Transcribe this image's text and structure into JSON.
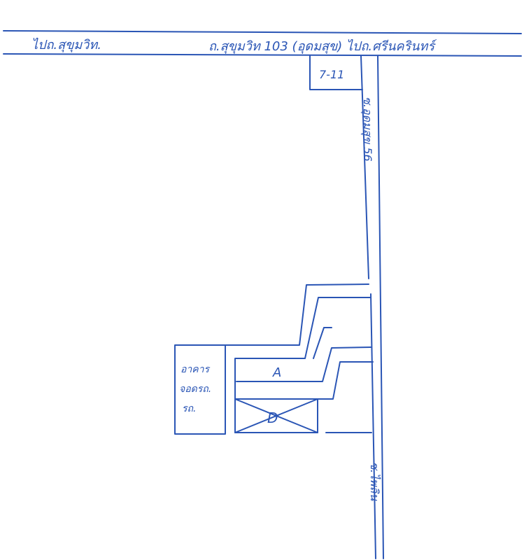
{
  "map": {
    "main_road_left_label": "ไปถ.สุขุมวิท.",
    "main_road_label": "ถ.สุขุมวิท 103 (อุดมสุข) ไปถ.ศรีนครินทร์",
    "store_label": "7-11",
    "side_street_label": "ซ.อุดมสุข 56",
    "building_label_lines": [
      "อาคาร",
      "จอดรถ.",
      "รถ."
    ],
    "building_a_label": "A",
    "building_d_label": "D",
    "bottom_street_label": "ซ.ไพลิน"
  },
  "colors": {
    "ink": "#2a55b5"
  }
}
